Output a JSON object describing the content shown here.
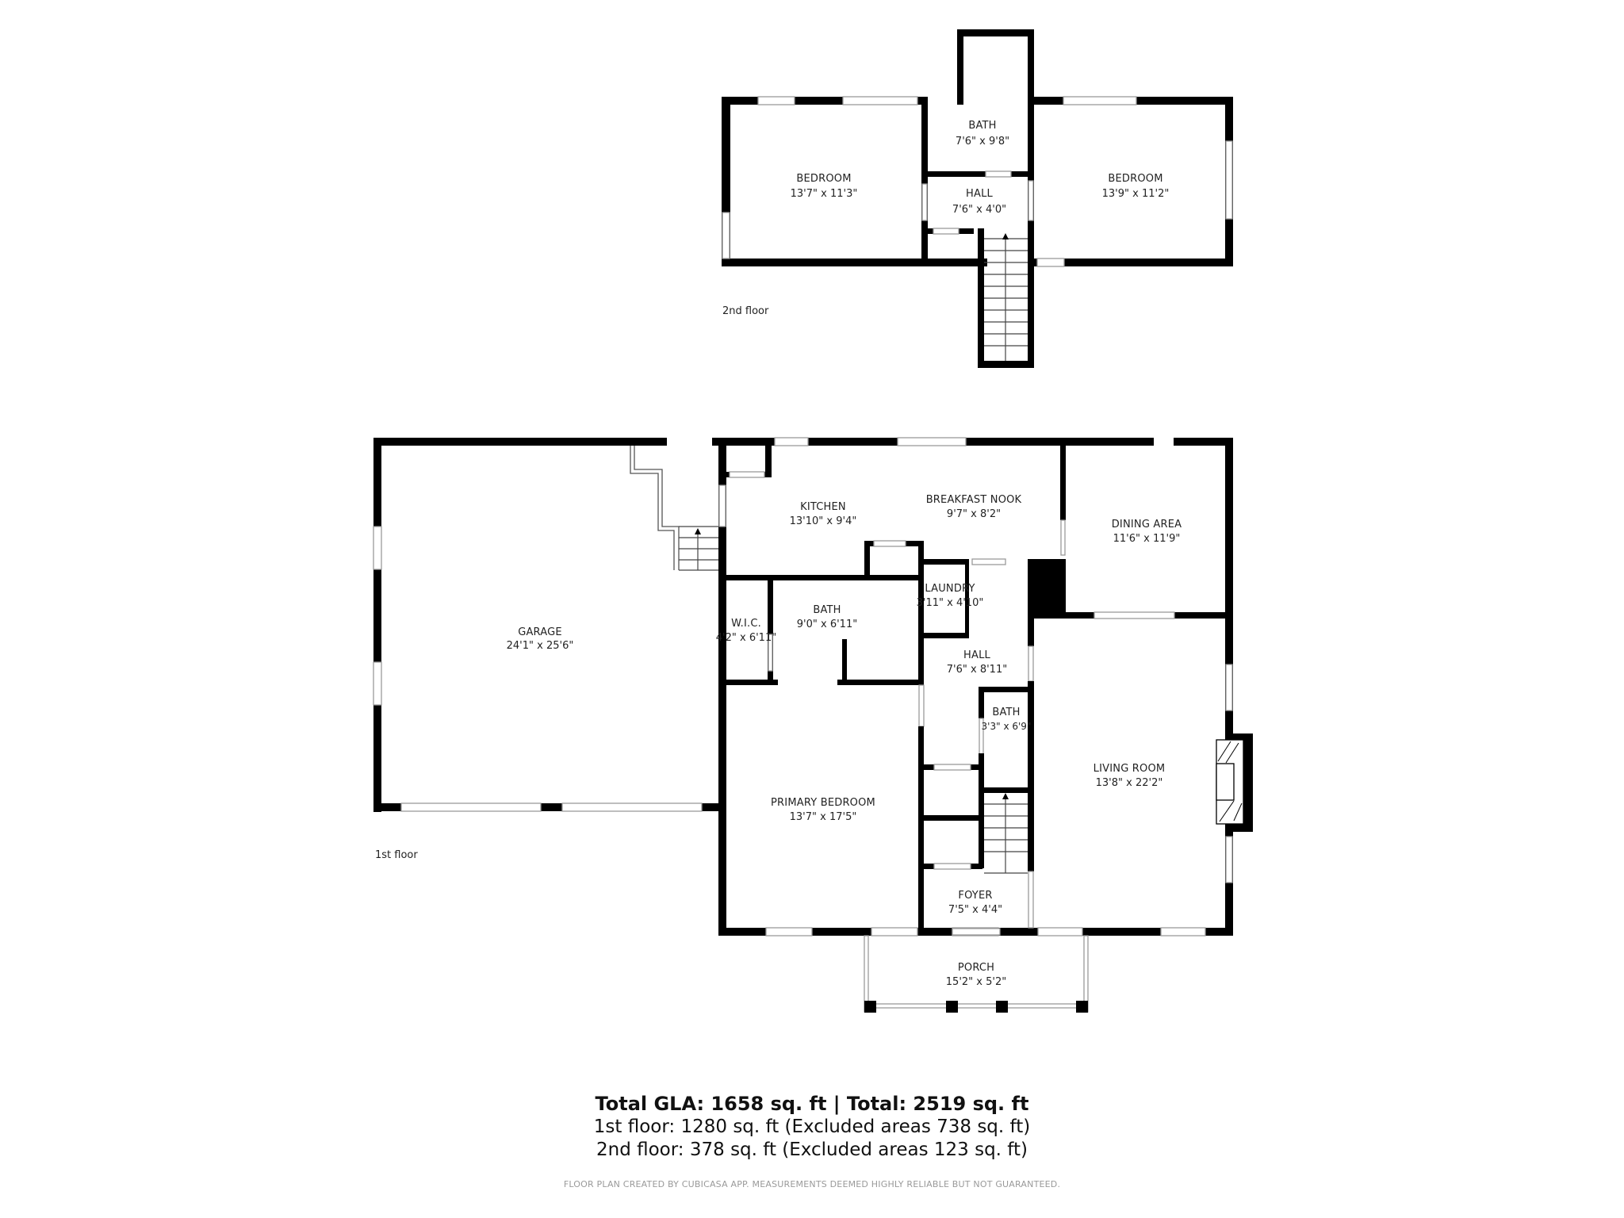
{
  "floors": [
    {
      "label": "2nd floor",
      "rooms": [
        {
          "name": "BEDROOM",
          "dims": "13'7\" x 11'3\""
        },
        {
          "name": "BATH",
          "dims": "7'6\" x 9'8\""
        },
        {
          "name": "HALL",
          "dims": "7'6\" x 4'0\""
        },
        {
          "name": "BEDROOM",
          "dims": "13'9\" x 11'2\""
        }
      ]
    },
    {
      "label": "1st floor",
      "rooms": [
        {
          "name": "GARAGE",
          "dims": "24'1\" x 25'6\""
        },
        {
          "name": "KITCHEN",
          "dims": "13'10\" x 9'4\""
        },
        {
          "name": "BREAKFAST NOOK",
          "dims": "9'7\" x 8'2\""
        },
        {
          "name": "DINING AREA",
          "dims": "11'6\" x 11'9\""
        },
        {
          "name": "W.I.C.",
          "dims": "4'2\" x 6'11\""
        },
        {
          "name": "BATH",
          "dims": "9'0\" x 6'11\""
        },
        {
          "name": "LAUNDRY",
          "dims": "3'11\" x 4'10\""
        },
        {
          "name": "HALL",
          "dims": "7'6\" x 8'11\""
        },
        {
          "name": "BATH",
          "dims": "3'3\" x 6'9\""
        },
        {
          "name": "LIVING ROOM",
          "dims": "13'8\" x 22'2\""
        },
        {
          "name": "PRIMARY BEDROOM",
          "dims": "13'7\" x 17'5\""
        },
        {
          "name": "FOYER",
          "dims": "7'5\" x 4'4\""
        },
        {
          "name": "PORCH",
          "dims": "15'2\" x 5'2\""
        }
      ]
    }
  ],
  "summary": {
    "total": "Total GLA: 1658 sq. ft | Total: 2519 sq. ft",
    "first_floor": "1st floor: 1280 sq. ft (Excluded areas 738 sq. ft)",
    "second_floor": "2nd floor: 378 sq. ft (Excluded areas 123 sq. ft)",
    "disclaimer": "FLOOR PLAN CREATED BY CUBICASA APP. MEASUREMENTS DEEMED HIGHLY RELIABLE BUT NOT GUARANTEED."
  },
  "colors": {
    "wall": "#000000",
    "window": "#9a9a9a",
    "text": "#222222",
    "disclaimer": "#9a9a9a"
  }
}
